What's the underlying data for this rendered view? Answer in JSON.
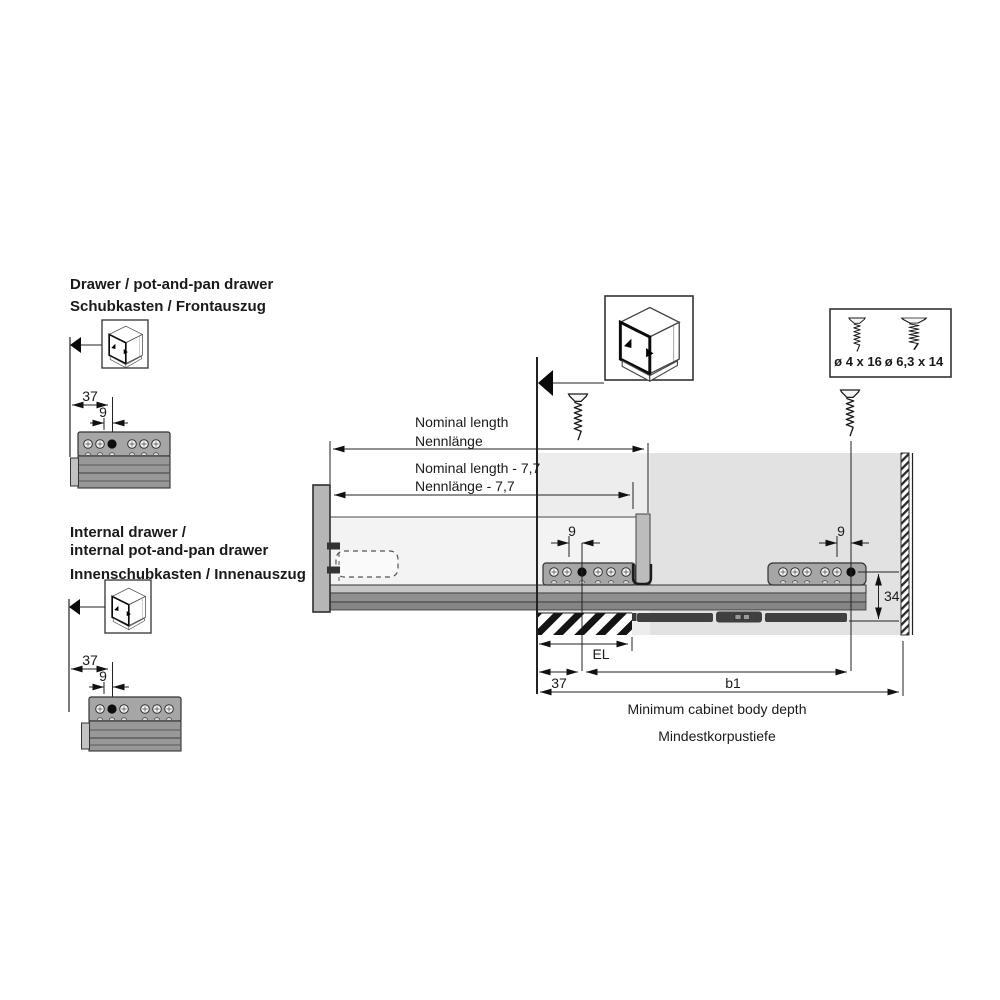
{
  "diagram": {
    "drawer_section": {
      "title_en": "Drawer / pot-and-pan drawer",
      "title_de": "Schubkasten / Frontauszug",
      "dim_front_offset": "37",
      "dim_hole_pitch": "9"
    },
    "internal_section": {
      "title_en_line1": "Internal drawer /",
      "title_en_line2": "internal pot-and-pan drawer",
      "title_de": "Innenschubkasten / Innenauszug",
      "dim_front_offset": "37",
      "dim_hole_pitch": "9"
    },
    "main_view": {
      "nominal_length_en": "Nominal length",
      "nominal_length_de": "Nennlänge",
      "nominal_length_minus_en": "Nominal length - 7,7",
      "nominal_length_minus_de": "Nennlänge - 7,7",
      "dim_hole_pitch_left": "9",
      "dim_hole_pitch_right": "9",
      "dim_height": "34",
      "dim_el": "EL",
      "dim_front_offset": "37",
      "dim_b1": "b1",
      "min_depth_en": "Minimum cabinet body depth",
      "min_depth_de": "Mindestkorpustiefe"
    },
    "screw_legend": {
      "screw_small": "ø 4 x 16",
      "screw_large": "ø 6,3 x 14"
    }
  },
  "colors": {
    "cabinet_interior_front": "#ededed",
    "cabinet_interior_back": "#e2e2e2",
    "drawer_body": "#f3f3f3",
    "front_panel": "#b6b6b6",
    "rail_light": "#c6c6c6",
    "rail_mid": "#8f8f8f",
    "rail_low": "#858585",
    "rail_flange": "#a6a6a6",
    "bracket": "#bcbcbc",
    "latch_dark": "#404040",
    "line": "#222222"
  }
}
